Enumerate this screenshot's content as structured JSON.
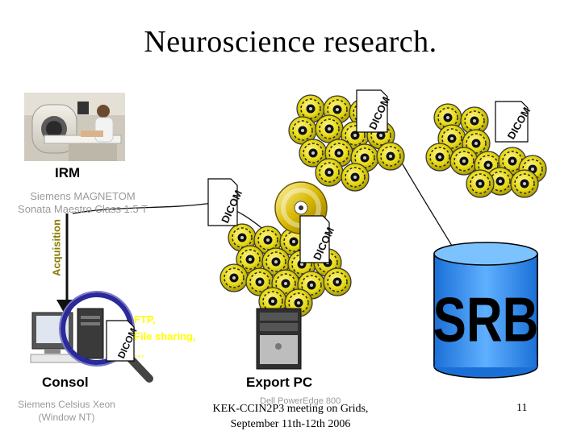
{
  "slide": {
    "title": "Neuroscience research.",
    "page_number": "11",
    "footer_line1": "KEK-CCIN2P3 meeting on Grids,",
    "footer_line2": "September 11th-12th 2006",
    "footer_overlay": "Dell PowerEdge 800"
  },
  "irm": {
    "label": "IRM",
    "model_line1": "Siemens MAGNETOM",
    "model_line2": "Sonata Maestro Class 1.5 T"
  },
  "acquisition_label": "Acquisition",
  "dicom_label": "DICOM",
  "consol": {
    "label": "Consol",
    "model_line1": "Siemens Celsius Xeon",
    "model_line2": "(Window NT)"
  },
  "transfer": {
    "line1": "FTP,",
    "line2": "File sharing,",
    "line3": "…"
  },
  "export_pc": {
    "label": "Export PC"
  },
  "srb": {
    "label": "SRB"
  },
  "colors": {
    "disc_yellow": "#e8dc1a",
    "srb_blue": "#3399ff",
    "transfer_text": "#ffff00",
    "magnifier_ring": "#2a2a9a"
  }
}
